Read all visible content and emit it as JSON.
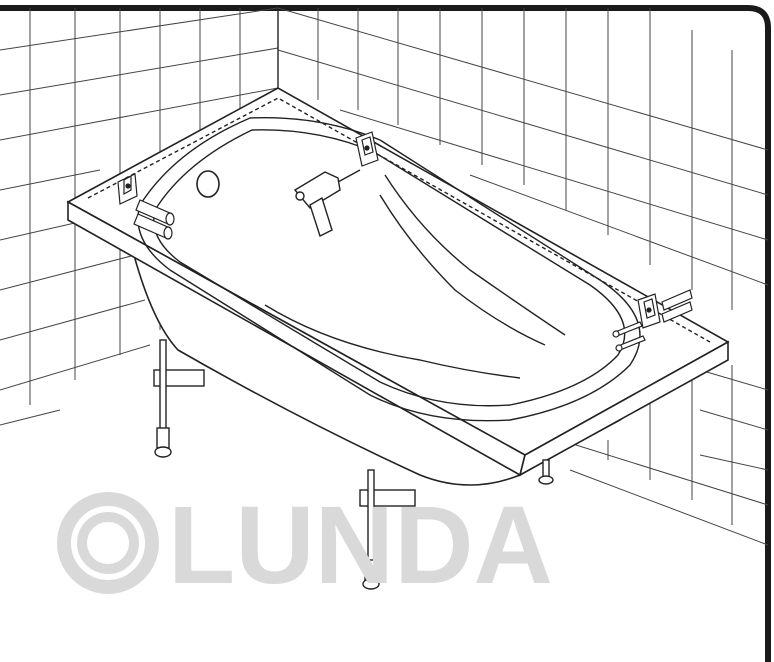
{
  "figure": {
    "watermark": {
      "text": "LUNDA",
      "color": "#d9d9d9"
    },
    "colors": {
      "frame": "#1a1a1a",
      "line": "#222222",
      "tile": "#444444",
      "background": "#ffffff"
    },
    "icons": [
      "bathtub",
      "tile-wall",
      "drill",
      "mounting-bracket",
      "wall-anchor",
      "screw",
      "support-leg"
    ]
  }
}
